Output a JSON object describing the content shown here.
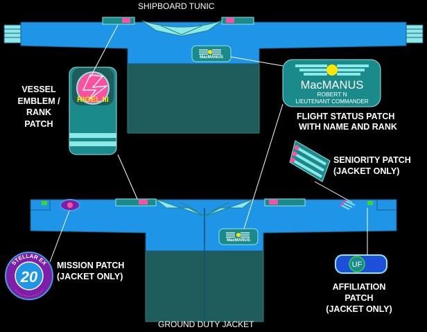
{
  "titles": {
    "top": "SHIPBOARD TUNIC",
    "bottom": "GROUND DUTY JACKET"
  },
  "callouts": {
    "vessel_emblem": [
      "VESSEL",
      "EMBLEM /",
      "RANK",
      "PATCH"
    ],
    "flight_status": [
      "FLIGHT STATUS PATCH",
      "WITH NAME AND RANK"
    ],
    "seniority": [
      "SENIORITY PATCH",
      "(JACKET ONLY)"
    ],
    "mission": [
      "MISSION PATCH",
      "(JACKET ONLY)"
    ],
    "affiliation": [
      "AFFILIATION",
      "PATCH",
      "(JACKET ONLY)"
    ]
  },
  "vessel_patch": {
    "name": "RIGEL III"
  },
  "flight_patch": {
    "surname": "MacMANUS",
    "given_name": "ROBERT N",
    "rank": "LIEUTENANT COMMANDER",
    "small_surname": "MacMANUS"
  },
  "mission_patch": {
    "number": "20",
    "arc_text": "STELLAR EX"
  },
  "affiliation_patch": {
    "code": "UF"
  },
  "colors": {
    "tunic_blue": "#1f95e8",
    "dark_teal": "#1f5c5c",
    "patch_teal": "#1a8a8a",
    "light_cyan": "#8de8e8",
    "gold": "#ffe600",
    "magenta": "#ff4fa0",
    "mission_purple": "#7d1fa8"
  }
}
